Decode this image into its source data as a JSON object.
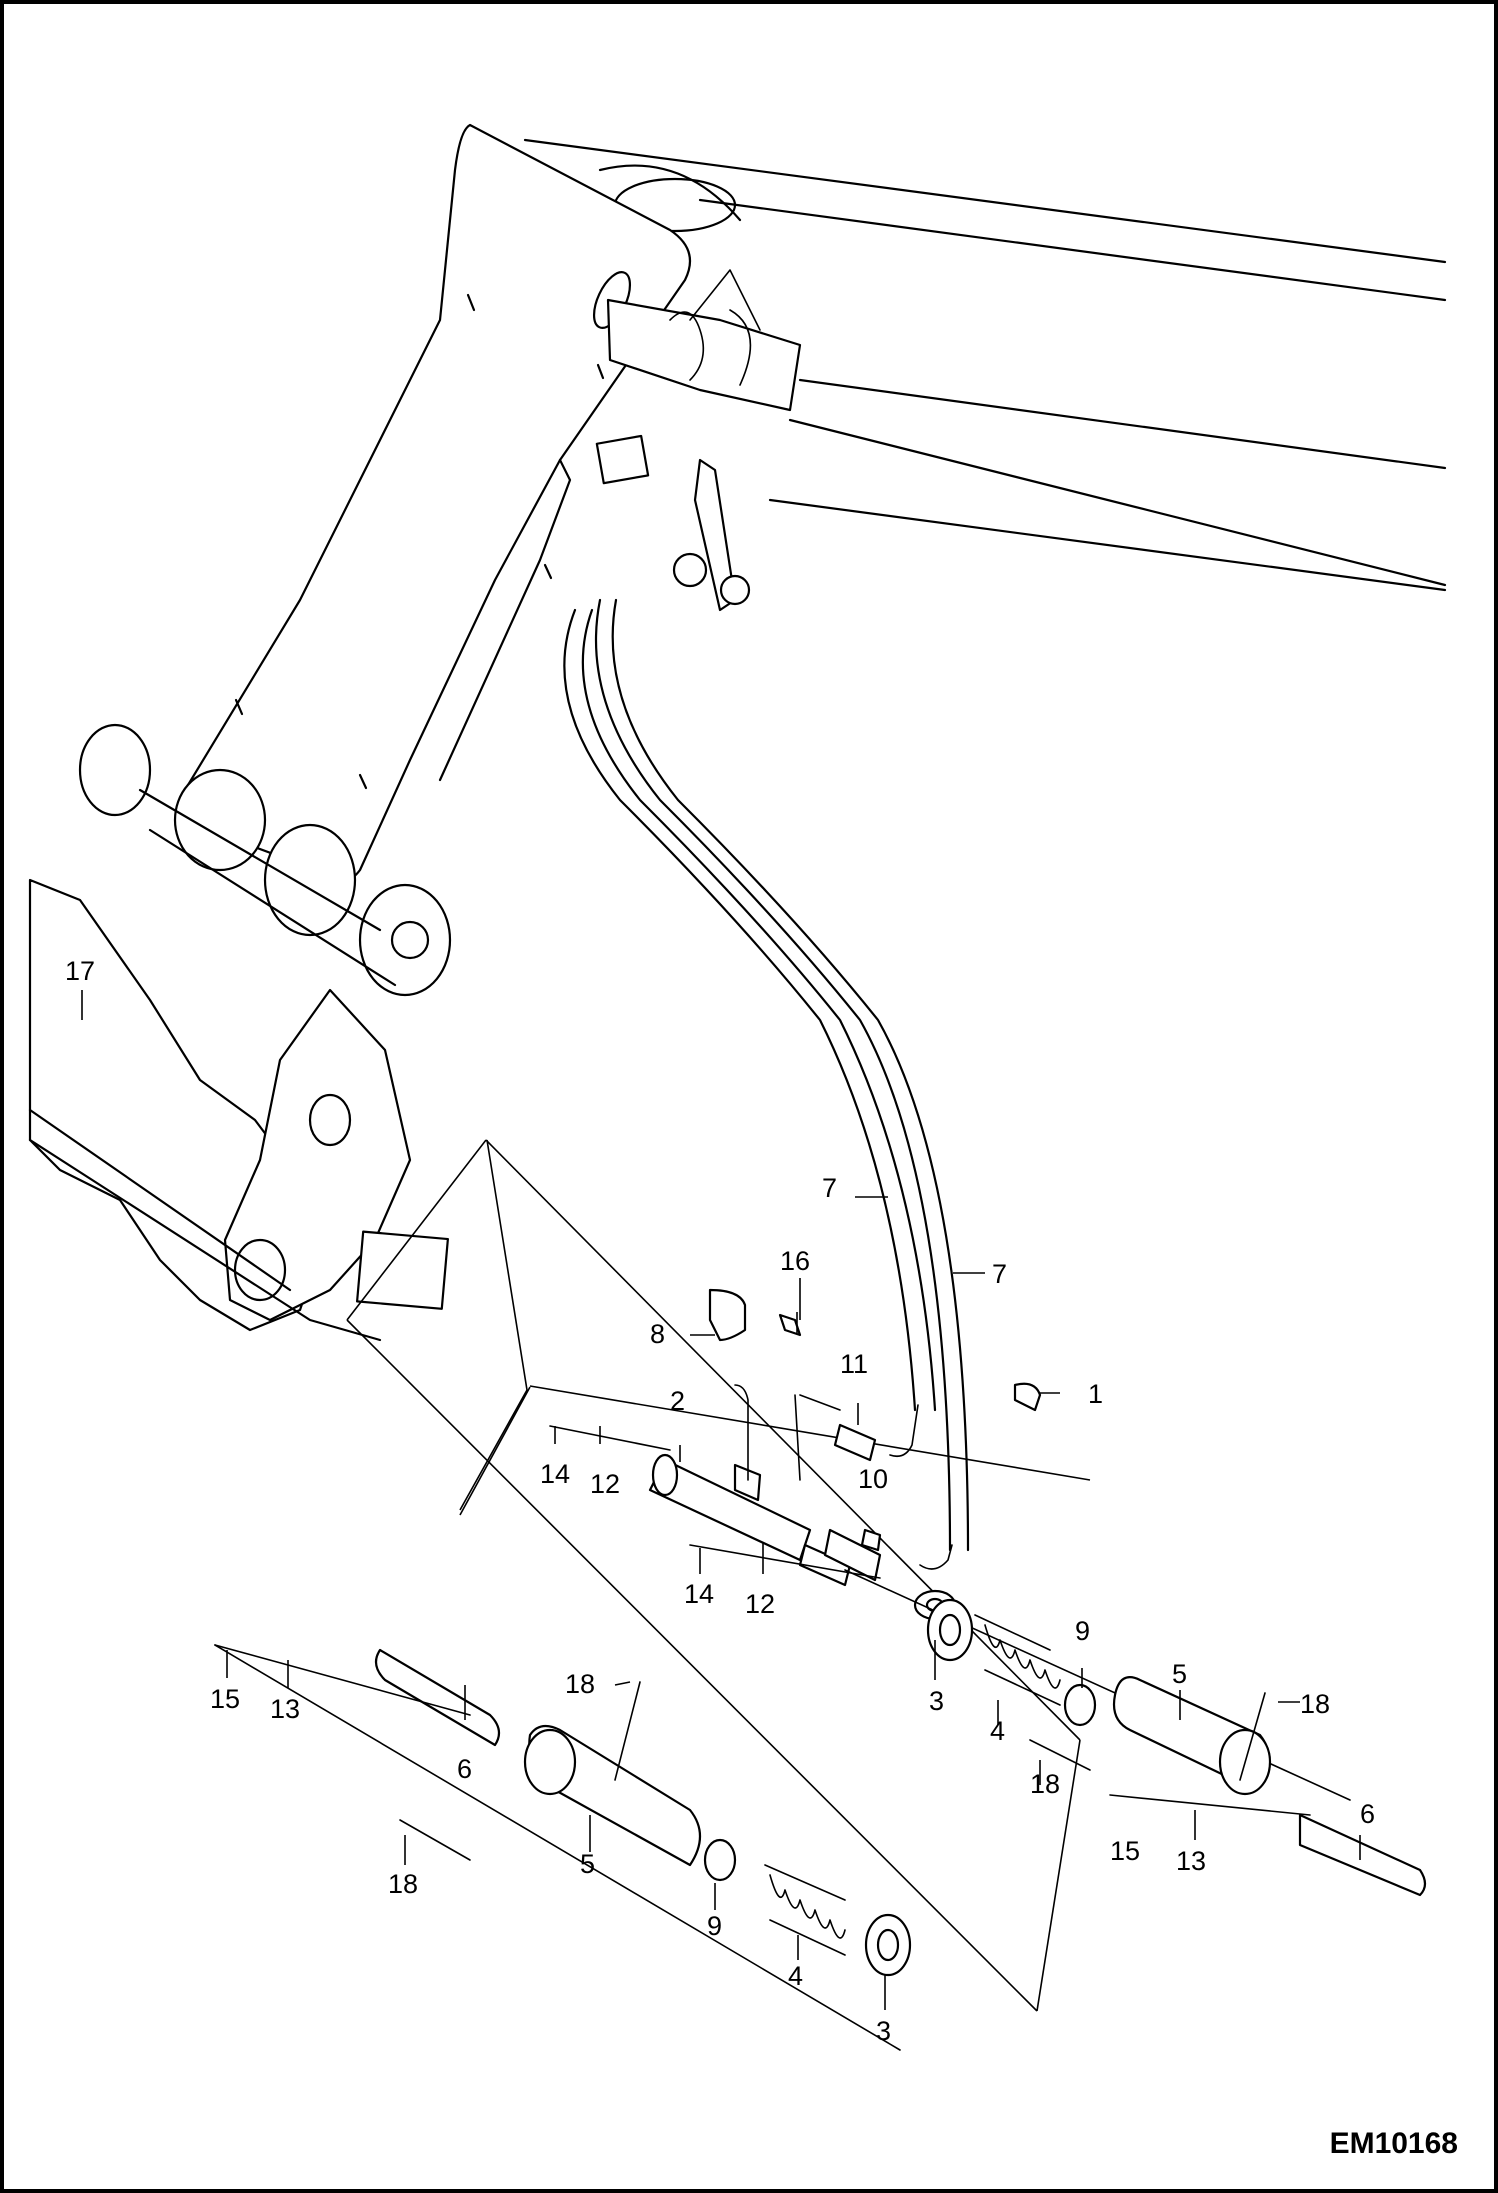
{
  "diagram_id": "EM10168",
  "callouts": [
    {
      "id": "c1",
      "text": "1"
    },
    {
      "id": "c2",
      "text": "2"
    },
    {
      "id": "c3a",
      "text": "3"
    },
    {
      "id": "c3b",
      "text": "3"
    },
    {
      "id": "c4a",
      "text": "4"
    },
    {
      "id": "c4b",
      "text": "4"
    },
    {
      "id": "c5a",
      "text": "5"
    },
    {
      "id": "c5b",
      "text": "5"
    },
    {
      "id": "c6a",
      "text": "6"
    },
    {
      "id": "c6b",
      "text": "6"
    },
    {
      "id": "c7a",
      "text": "7"
    },
    {
      "id": "c7b",
      "text": "7"
    },
    {
      "id": "c8",
      "text": "8"
    },
    {
      "id": "c9a",
      "text": "9"
    },
    {
      "id": "c9b",
      "text": "9"
    },
    {
      "id": "c10",
      "text": "10"
    },
    {
      "id": "c11",
      "text": "11"
    },
    {
      "id": "c12a",
      "text": "12"
    },
    {
      "id": "c12b",
      "text": "12"
    },
    {
      "id": "c13a",
      "text": "13"
    },
    {
      "id": "c13b",
      "text": "13"
    },
    {
      "id": "c14a",
      "text": "14"
    },
    {
      "id": "c14b",
      "text": "14"
    },
    {
      "id": "c15a",
      "text": "15"
    },
    {
      "id": "c15b",
      "text": "15"
    },
    {
      "id": "c16",
      "text": "16"
    },
    {
      "id": "c17",
      "text": "17"
    },
    {
      "id": "c18a",
      "text": "18"
    },
    {
      "id": "c18b",
      "text": "18"
    },
    {
      "id": "c18c",
      "text": "18"
    },
    {
      "id": "c18d",
      "text": "18"
    }
  ]
}
